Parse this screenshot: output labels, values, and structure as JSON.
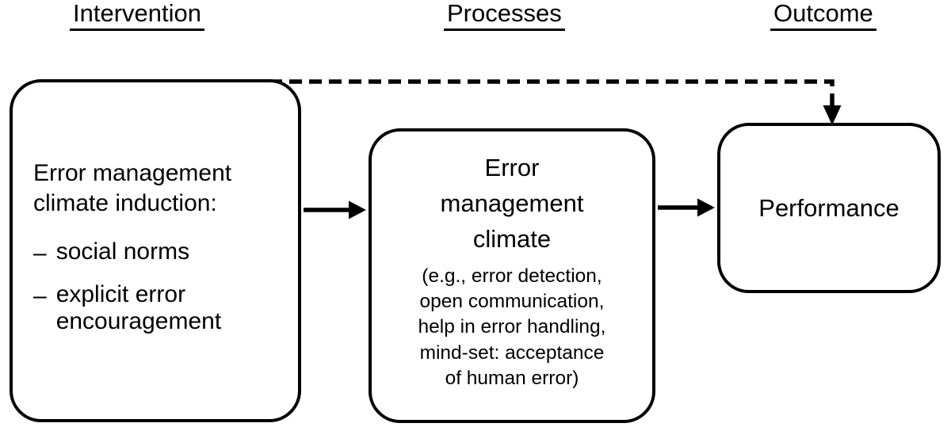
{
  "headers": {
    "intervention": "Intervention",
    "processes": "Processes",
    "outcome": "Outcome"
  },
  "intervention_box": {
    "title": "Error management climate induction:",
    "bullet": "–",
    "items": [
      "social norms",
      "explicit error encouragement"
    ]
  },
  "processes_box": {
    "title": "Error management climate",
    "detail_lines": [
      "(e.g., error detection,",
      "open communication,",
      "help in error handling,",
      "mind-set: acceptance",
      "of human error)"
    ]
  },
  "outcome_box": {
    "title": "Performance"
  },
  "colors": {
    "line": "#000000",
    "text": "#000000",
    "background": "#ffffff"
  }
}
